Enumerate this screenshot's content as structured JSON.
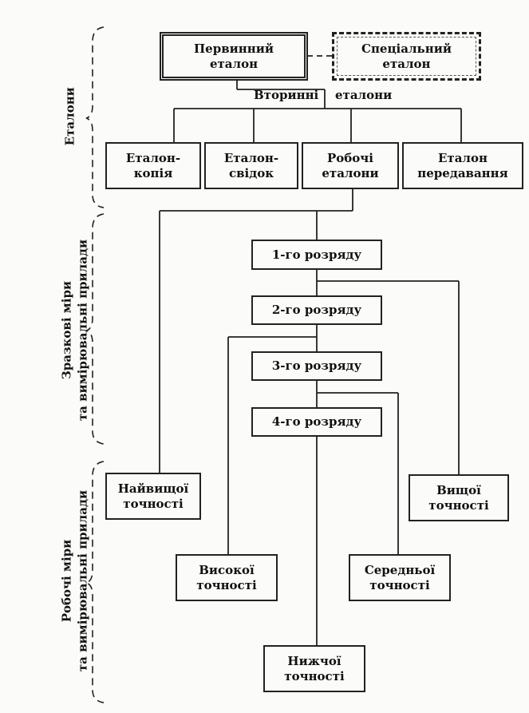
{
  "top": {
    "primary": "Первинний\nеталон",
    "special": "Спеціальний\nеталон",
    "secondary_label_1": "Вторинні",
    "secondary_label_2": "еталони"
  },
  "secondary": {
    "copy": "Еталон-\nкопія",
    "witness": "Еталон-\nсвідок",
    "working": "Робочі\nеталони",
    "transfer": "Еталон\nпередавання"
  },
  "ranks": [
    "1-го розряду",
    "2-го розряду",
    "3-го розряду",
    "4-го розряду"
  ],
  "accuracy": {
    "highest": "Найвищої\nточності",
    "higher": "Вищої\nточності",
    "high": "Високої\nточності",
    "medium": "Середньої\nточності",
    "lower": "Нижчої\nточності"
  },
  "groups": {
    "standards": "Еталони",
    "reference": "Зразкові міри\nта вимірювальні прилади",
    "working": "Робочі міри\nта вимірювальні прилади"
  }
}
